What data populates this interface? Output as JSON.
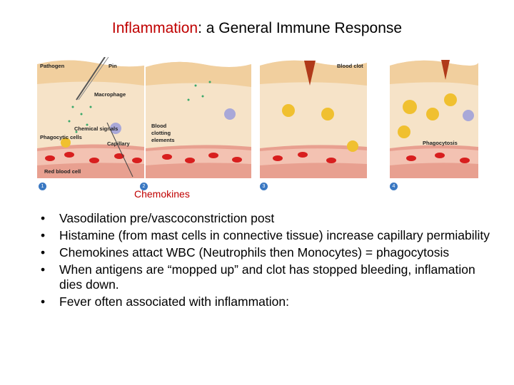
{
  "title": {
    "highlight": "Inflammation",
    "rest": ": a General Immune Response"
  },
  "figure": {
    "steps": [
      "1",
      "2",
      "3",
      "4"
    ],
    "labels": {
      "pathogen": "Pathogen",
      "pin": "Pin",
      "macrophage": "Macrophage",
      "chemical_signals": "Chemical signals",
      "phagocytic_cells": "Phagocytic cells",
      "capillary": "Capillary",
      "red_blood_cell": "Red blood cell",
      "blood_clotting_1": "Blood",
      "blood_clotting_2": "clotting",
      "blood_clotting_3": "elements",
      "blood_clot": "Blood clot",
      "phagocytosis": "Phagocytosis"
    },
    "colors": {
      "skin": "#f1cf9e",
      "tissue": "#f6e3c8",
      "vessel": "#e8a090",
      "rbc": "#d81e1e",
      "phagocyte": "#f0c030",
      "macrophage": "#a9a8d8",
      "signal": "#3aa86a",
      "clot": "#b03a1a"
    }
  },
  "chemokines_label": "Chemokines",
  "bullets": [
    "Vasodilation pre/vascoconstriction post",
    "Histamine (from mast cells in connective tissue) increase capillary permiability",
    "Chemokines attact WBC (Neutrophils then Monocytes) = phagocytosis",
    "When antigens are “mopped up” and clot has stopped bleeding, inflamation dies down.",
    "Fever often associated with inflammation:"
  ]
}
